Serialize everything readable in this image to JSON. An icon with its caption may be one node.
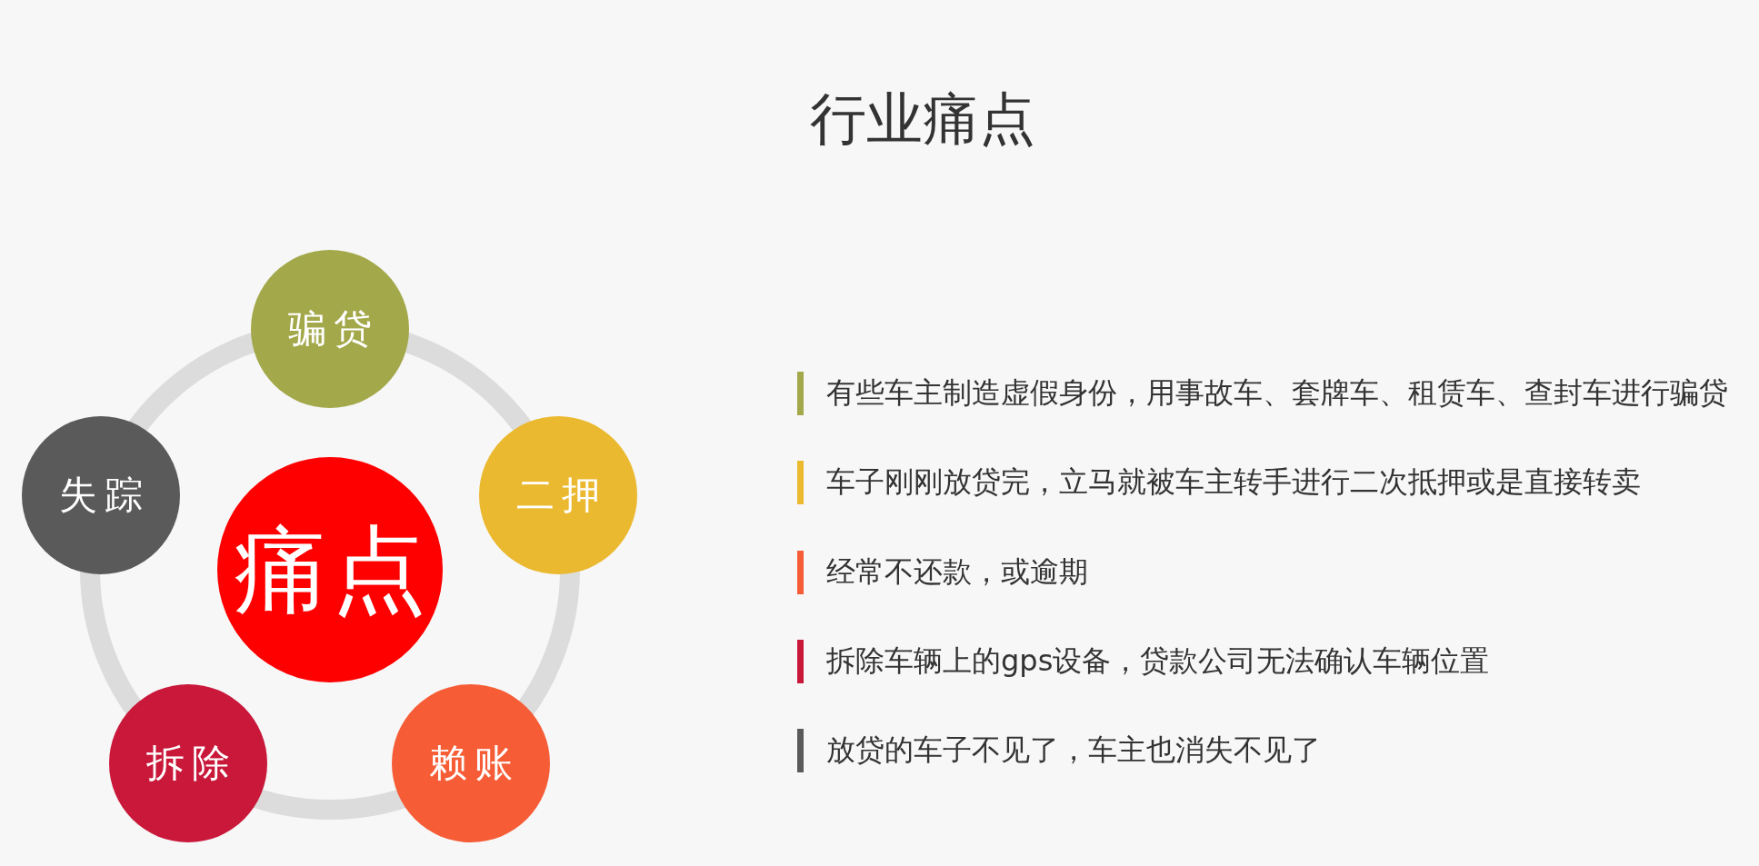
{
  "diagram": {
    "title": "行业痛点",
    "nodes": [
      {
        "text": [
          "骗贷"
        ]
      },
      {
        "text": [
          "失踪"
        ]
      },
      {
        "text": [
          "二押"
        ]
      },
      {
        "text": [
          "痛点"
        ]
      },
      {
        "text": [
          "拆除"
        ]
      },
      {
        "text": [
          "赖账"
        ]
      }
    ],
    "legend": [
      {
        "text": "有些车主制造虚假身份，用事故车、套牌车、租赁车、查封车进行骗贷",
        "color": "#a3a84a"
      },
      {
        "text": "车子刚刚放贷完，立马就被车主转手进行二次抵押或是直接转卖",
        "color": "#ebb92f"
      },
      {
        "text": "经常不还款，或逾期",
        "color": "#f65c35"
      },
      {
        "text": "拆除车辆上的gps设备，贷款公司无法确认车辆位置",
        "color": "#c9183a"
      },
      {
        "text": "放贷的车子不见了，车主也消失不见了",
        "color": "#5a5a5a"
      }
    ]
  }
}
